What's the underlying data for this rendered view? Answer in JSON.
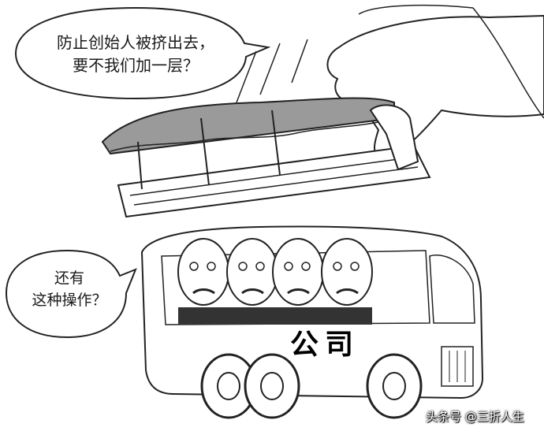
{
  "bubble_top": {
    "line1": "防止创始人被挤出去，",
    "line2": "要不我们加一层？"
  },
  "bubble_left": {
    "line1": "还有",
    "line2": "这种操作？"
  },
  "bus": {
    "label": "公司"
  },
  "watermark": {
    "text": "头条号 @三折人生"
  }
}
